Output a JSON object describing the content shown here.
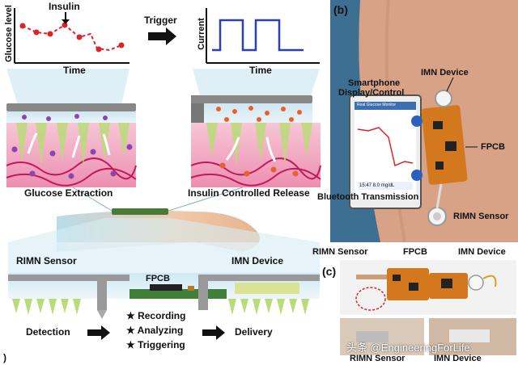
{
  "panel_a": {
    "glucose_plot": {
      "ylabel": "Glucose level",
      "xlabel": "Time",
      "annotation": "Insulin"
    },
    "trigger_label": "Trigger",
    "current_plot": {
      "ylabel": "Current",
      "xlabel": "Time"
    },
    "left_caption": "Glucose Extraction",
    "right_caption": "Insulin Controlled Release",
    "rimn_label": "RIMN Sensor",
    "imn_label": "IMN Device",
    "fpcb_label": "FPCB",
    "flow": {
      "detection": "Detection",
      "steps": [
        "Recording",
        "Analyzing",
        "Triggering"
      ],
      "delivery": "Delivery"
    },
    "corner_letter": ")"
  },
  "panel_b": {
    "letter": "(b)",
    "imn_device": "IMN Device",
    "smartphone_line1": "Smartphone",
    "smartphone_line2": "Display/Control",
    "fpcb": "FPCB",
    "bluetooth": "Bluetooth Transmission",
    "rimn_sensor": "RIMN Sensor",
    "phone_screen": {
      "header": "Real Glucose Monitor",
      "reading": "15:47   8.0 mg/dL"
    }
  },
  "panel_c": {
    "letter": "(c)",
    "rimn_sensor": "RIMN Sensor",
    "fpcb": "FPCB",
    "imn_device": "IMN Device",
    "bottom_left": "RIMN Sensor",
    "bottom_right": "IMN Device"
  },
  "watermark": "头条 @EngineeringForLife",
  "colors": {
    "accent_blue": "#2b3fb0",
    "glucose_red": "#d9252a",
    "needle_green": "#b8dc78",
    "skin_pink": "#f2a6c1",
    "board_orange": "#d4781e"
  }
}
